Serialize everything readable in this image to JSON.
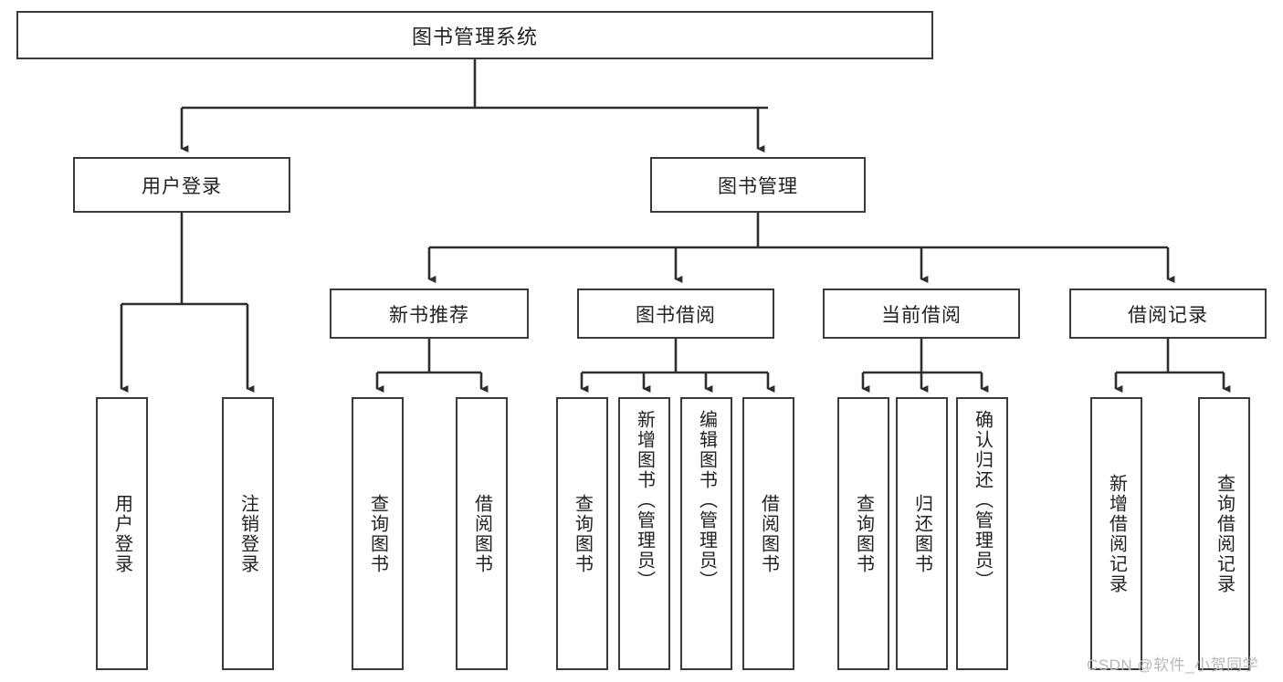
{
  "diagram": {
    "title": "图书管理系统",
    "type": "tree-hierarchy",
    "root": {
      "label": "图书管理系统"
    },
    "level2": [
      {
        "label": "用户登录"
      },
      {
        "label": "图书管理"
      }
    ],
    "level3": [
      {
        "label": "新书推荐"
      },
      {
        "label": "图书借阅"
      },
      {
        "label": "当前借阅"
      },
      {
        "label": "借阅记录"
      }
    ],
    "leaves": {
      "user_login": [
        {
          "label": "用户登录"
        },
        {
          "label": "注销登录"
        }
      ],
      "new_book_recommend": [
        {
          "label": "查询图书"
        },
        {
          "label": "借阅图书"
        }
      ],
      "book_borrow": [
        {
          "label": "查询图书"
        },
        {
          "label": "新增图书（管理员）"
        },
        {
          "label": "编辑图书（管理员）"
        },
        {
          "label": "借阅图书"
        }
      ],
      "current_borrow": [
        {
          "label": "查询图书"
        },
        {
          "label": "归还图书"
        },
        {
          "label": "确认归还（管理员）"
        }
      ],
      "borrow_record": [
        {
          "label": "新增借阅记录"
        },
        {
          "label": "查询借阅记录"
        }
      ]
    }
  },
  "watermark": {
    "text": "CSDN @软件_小贺同学"
  },
  "colors": {
    "stroke": "#3a3a3a",
    "background": "#ffffff",
    "text": "#222222",
    "watermark": "#b9b9b9"
  }
}
